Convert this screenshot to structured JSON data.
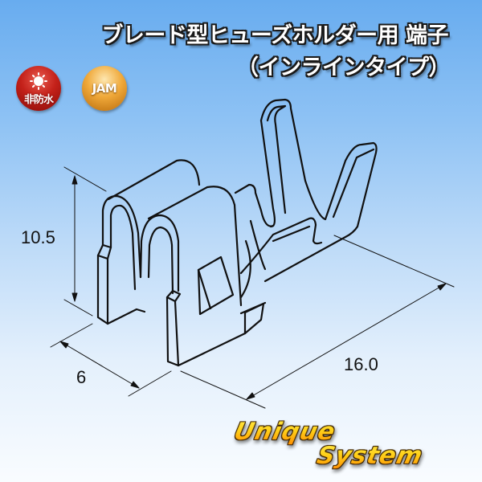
{
  "title": {
    "line1": "ブレード型ヒューズホルダー用 端子",
    "line2": "（インラインタイプ）"
  },
  "badges": [
    {
      "label": "非防水",
      "icon": "sun-icon",
      "color": "#c4211a"
    },
    {
      "label": "JAM",
      "color": "#f0a93a"
    }
  ],
  "dimensions": {
    "height": "10.5",
    "width": "6",
    "length": "16.0"
  },
  "logo": {
    "line1": "Unique",
    "line2": "System"
  },
  "colors": {
    "background_top": "#68acef",
    "background_bottom": "#f9fcff",
    "line": "#111111"
  }
}
